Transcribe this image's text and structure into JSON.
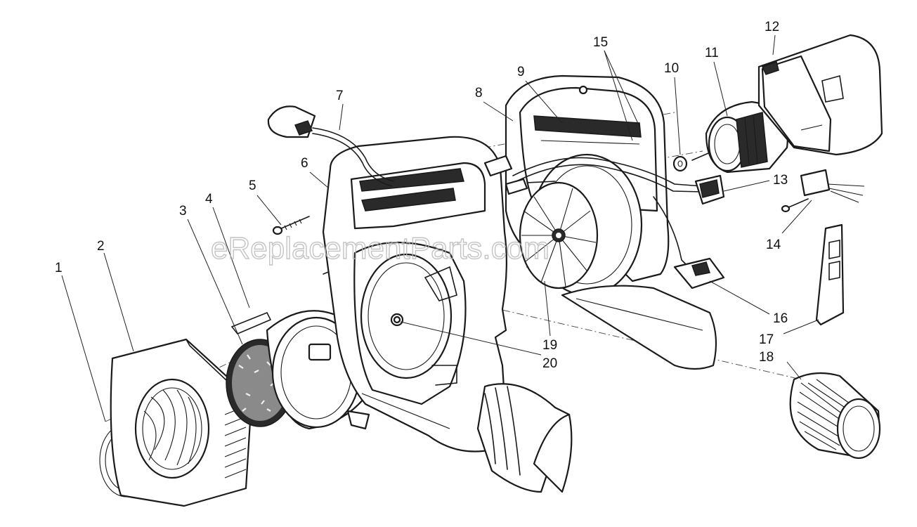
{
  "watermark": "eReplacementParts.com",
  "callouts": [
    {
      "id": "1",
      "label": "1"
    },
    {
      "id": "2",
      "label": "2"
    },
    {
      "id": "3",
      "label": "3"
    },
    {
      "id": "4",
      "label": "4"
    },
    {
      "id": "5",
      "label": "5"
    },
    {
      "id": "6",
      "label": "6"
    },
    {
      "id": "7",
      "label": "7"
    },
    {
      "id": "8",
      "label": "8"
    },
    {
      "id": "9",
      "label": "9"
    },
    {
      "id": "10",
      "label": "10"
    },
    {
      "id": "11",
      "label": "11"
    },
    {
      "id": "12",
      "label": "12"
    },
    {
      "id": "13",
      "label": "13"
    },
    {
      "id": "14",
      "label": "14"
    },
    {
      "id": "15",
      "label": "15"
    },
    {
      "id": "16",
      "label": "16"
    },
    {
      "id": "17",
      "label": "17"
    },
    {
      "id": "18",
      "label": "18"
    },
    {
      "id": "19",
      "label": "19"
    },
    {
      "id": "20",
      "label": "20"
    }
  ]
}
